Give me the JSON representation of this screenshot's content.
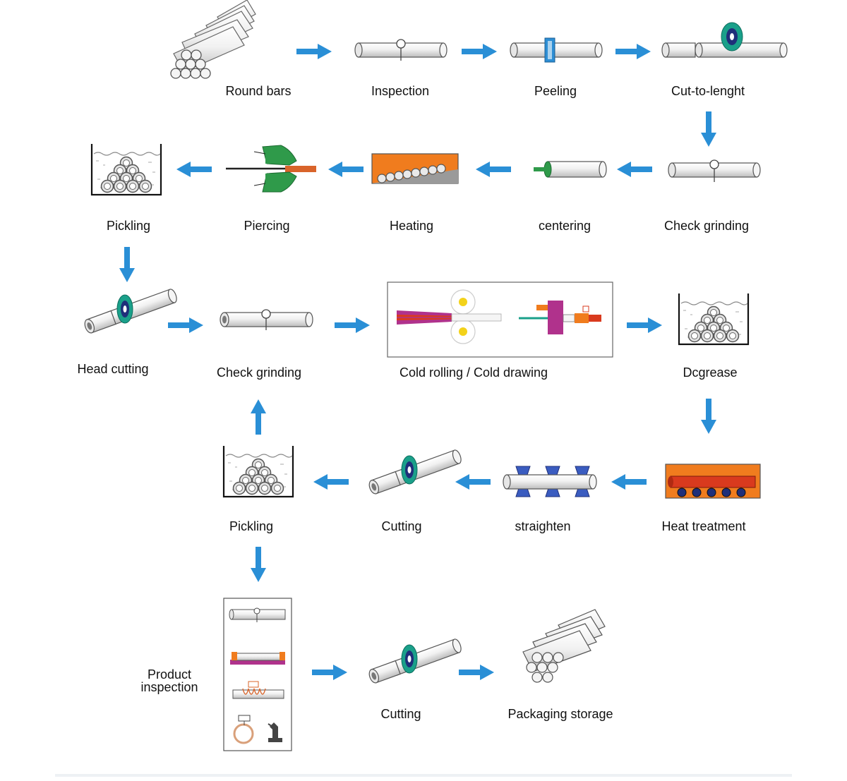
{
  "labels": {
    "round_bars": "Round bars",
    "inspection": "Inspection",
    "peeling": "Peeling",
    "cut_to_length": "Cut-to-lenght",
    "check_grinding_1": "Check grinding",
    "centering": "centering",
    "heating": "Heating",
    "piercing": "Piercing",
    "pickling_1": "Pickling",
    "head_cutting": "Head cutting",
    "check_grinding_2": "Check grinding",
    "cold_rolling": "Cold rolling / Cold drawing",
    "degrease": "Dcgrease",
    "heat_treatment": "Heat treatment",
    "straighten": "straighten",
    "cutting_1": "Cutting",
    "pickling_2": "Pickling",
    "product_inspection": "Product inspection",
    "cutting_2": "Cutting",
    "packaging_storage": "Packaging storage"
  },
  "colors": {
    "arrow": "#2a8fd6",
    "orange": "#f07c1e",
    "green": "#2f9a4a",
    "teal": "#1aa08a",
    "navy": "#1f2f7a",
    "magenta": "#b0328c",
    "yellow": "#f3d21a",
    "red": "#d93a1e",
    "blue_roller": "#3a5cc0"
  }
}
